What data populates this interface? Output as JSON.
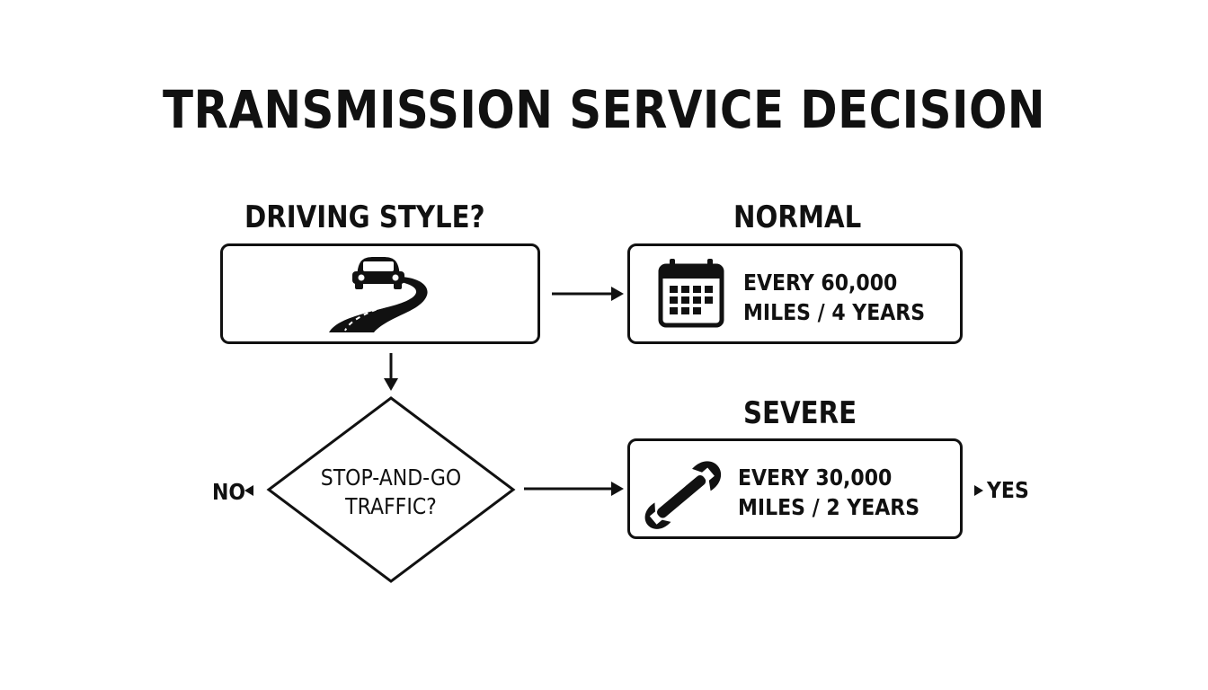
{
  "title": "TRANSMISSION SERVICE DECISION",
  "start": {
    "label": "DRIVING STYLE?",
    "icon": "car-on-winding-road-icon"
  },
  "decision": {
    "question_line1": "STOP-AND-GO",
    "question_line2": "TRAFFIC?",
    "no_label": "NO",
    "yes_label": "YES"
  },
  "normal": {
    "label": "NORMAL",
    "icon": "calendar-icon",
    "line1": "EVERY 60,000",
    "line2": "MILES / 4 YEARS"
  },
  "severe": {
    "label": "SEVERE",
    "icon": "wrench-icon",
    "line1": "EVERY 30,000",
    "line2": "MILES / 2 YEARS"
  }
}
